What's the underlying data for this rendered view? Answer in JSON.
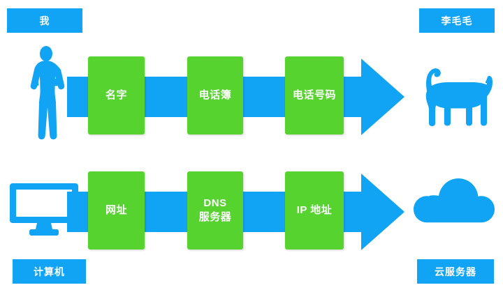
{
  "diagram": {
    "title": "DNS analogy diagram",
    "colors": {
      "blue": "#12a4f4",
      "green": "#56d32f",
      "text_on_fill": "#ffffff",
      "background": "#ffffff"
    },
    "rows": [
      {
        "id": "analogy-row",
        "source_label": "我",
        "source_icon": "person-icon",
        "target_label": "李毛毛",
        "target_icon": "cat-icon",
        "stages": [
          "名字",
          "电话簿",
          "电话号码"
        ]
      },
      {
        "id": "technical-row",
        "source_label": "计算机",
        "source_icon": "monitor-icon",
        "target_label": "云服务器",
        "target_icon": "cloud-icon",
        "stages": [
          "网址",
          "DNS\n服务器",
          "IP 地址"
        ]
      }
    ]
  }
}
